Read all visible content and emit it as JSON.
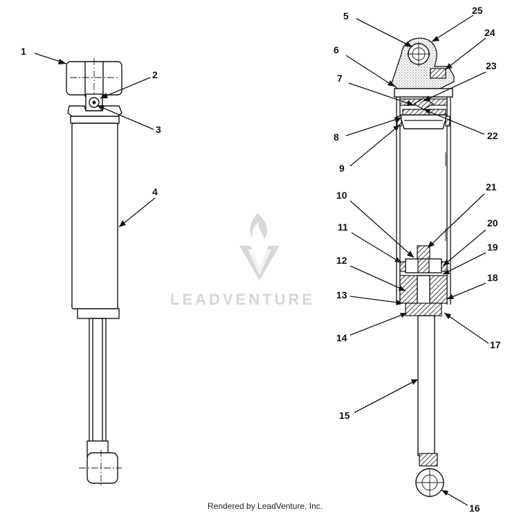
{
  "watermark": {
    "text": "LEADVENTURE"
  },
  "footer": {
    "text": "Rendered by LeadVenture, Inc."
  },
  "callouts": [
    {
      "id": "1",
      "text": "1"
    },
    {
      "id": "2",
      "text": "2"
    },
    {
      "id": "3",
      "text": "3"
    },
    {
      "id": "4",
      "text": "4"
    },
    {
      "id": "5",
      "text": "5"
    },
    {
      "id": "6",
      "text": "6"
    },
    {
      "id": "7",
      "text": "7"
    },
    {
      "id": "8",
      "text": "8"
    },
    {
      "id": "9",
      "text": "9"
    },
    {
      "id": "10",
      "text": "10"
    },
    {
      "id": "11",
      "text": "11"
    },
    {
      "id": "12",
      "text": "12"
    },
    {
      "id": "13",
      "text": "13"
    },
    {
      "id": "14",
      "text": "14"
    },
    {
      "id": "15",
      "text": "15"
    },
    {
      "id": "16",
      "text": "16"
    },
    {
      "id": "17",
      "text": "17"
    },
    {
      "id": "18",
      "text": "18"
    },
    {
      "id": "19",
      "text": "19"
    },
    {
      "id": "20",
      "text": "20"
    },
    {
      "id": "21",
      "text": "21"
    },
    {
      "id": "22",
      "text": "22"
    },
    {
      "id": "23",
      "text": "23"
    },
    {
      "id": "24",
      "text": "24"
    },
    {
      "id": "25",
      "text": "25"
    }
  ]
}
